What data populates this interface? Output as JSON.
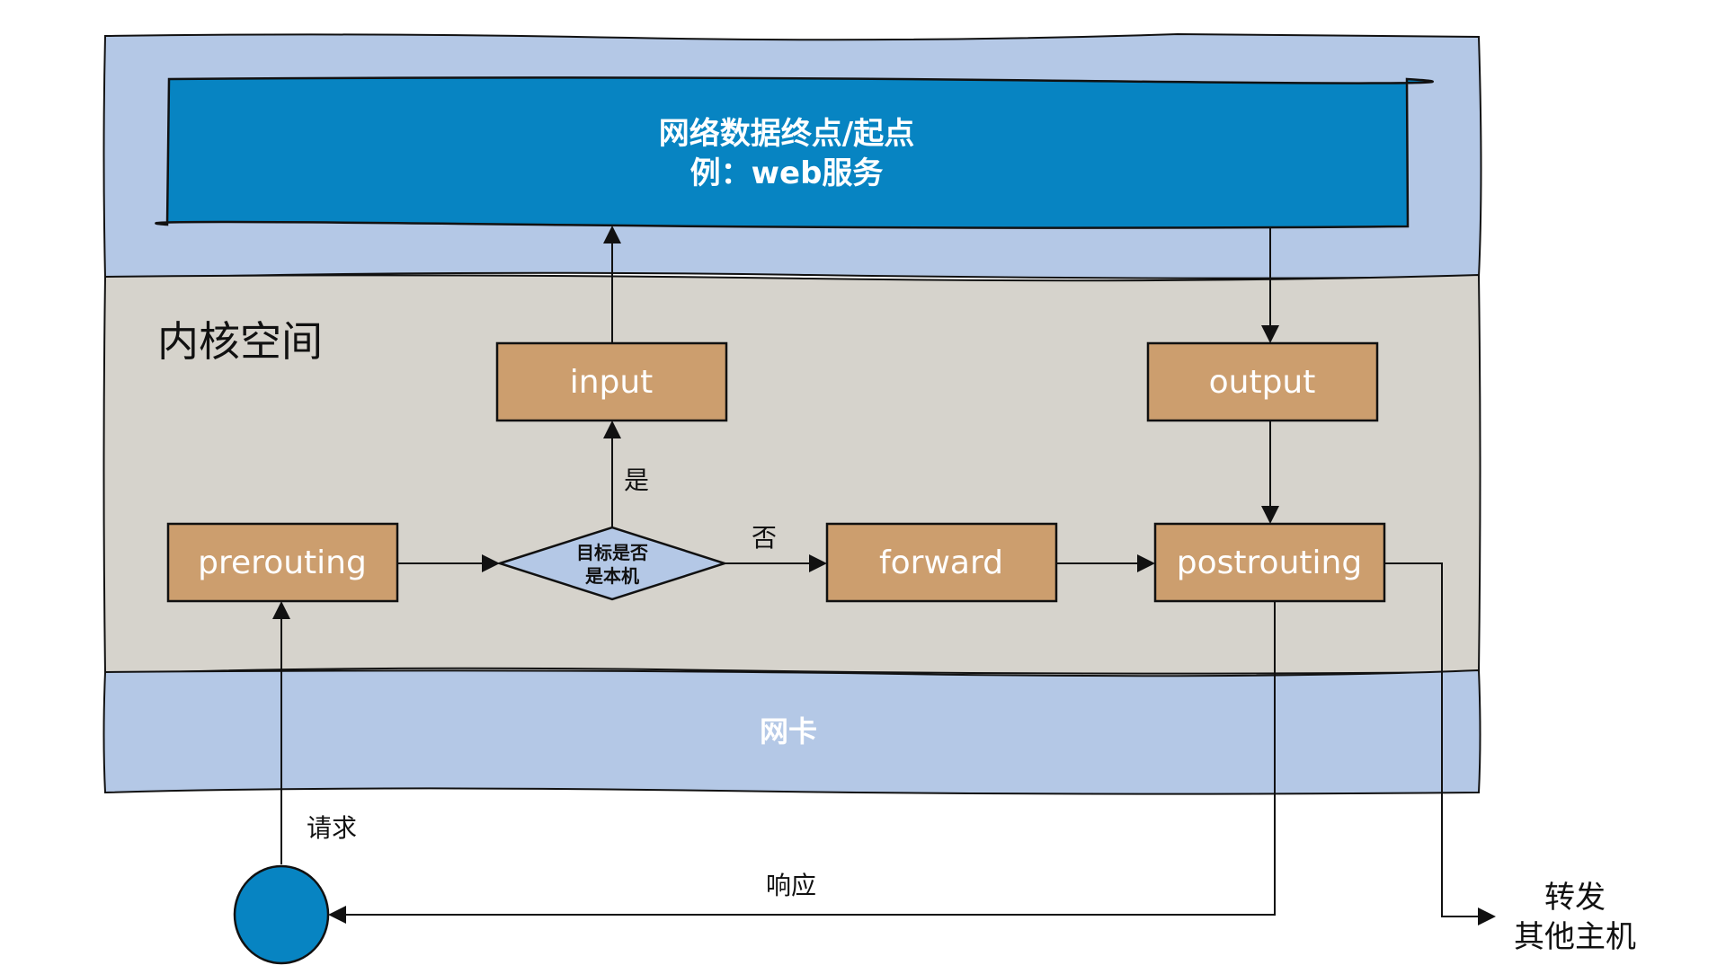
{
  "colors": {
    "zone_blue": "#b4c8e6",
    "app_box": "#0784c2",
    "kernel_gray": "#d6d3cc",
    "stage_box": "#cc9e6e",
    "decision_fill": "#b4c8e6",
    "client_circle": "#0784c2",
    "line": "#111111"
  },
  "app_box": {
    "line1": "网络数据终点/起点",
    "line2": "例：web服务"
  },
  "kernel": {
    "label": "内核空间"
  },
  "nic": {
    "label": "网卡"
  },
  "stages": {
    "prerouting": "prerouting",
    "input": "input",
    "forward": "forward",
    "output": "output",
    "postrouting": "postrouting"
  },
  "decision": {
    "line1": "目标是否",
    "line2": "是本机"
  },
  "edges": {
    "yes": "是",
    "no": "否",
    "request": "请求",
    "response": "响应"
  },
  "forward_out": {
    "line1": "转发",
    "line2": "其他主机"
  }
}
